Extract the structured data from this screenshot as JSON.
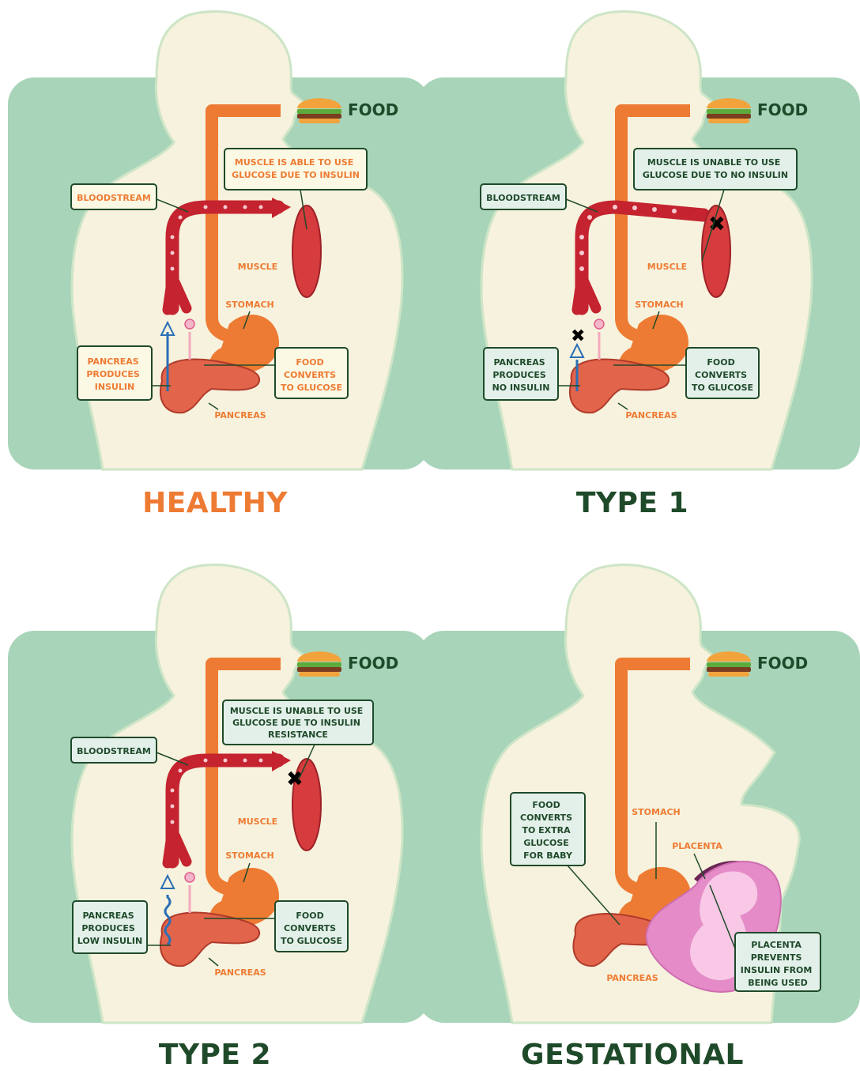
{
  "colors": {
    "background_card": "#a8d4b9",
    "body": "#f6f2dd",
    "body_outline": "#c9e2c3",
    "orange_accent": "#ee7b33",
    "dark_green": "#1f4a2a",
    "label_box_healthy": "#fbf8e4",
    "label_box_condition": "#e3f0ea",
    "blood": "#c4232f",
    "insulin_arrow": "#2b6fb6",
    "glucose_arrow": "#f4a9bd",
    "placenta": "#e58cc8"
  },
  "panels": {
    "healthy": {
      "caption": "HEALTHY",
      "food": "FOOD",
      "muscle_note": [
        "MUSCLE IS ABLE TO USE",
        "GLUCOSE DUE TO INSULIN"
      ],
      "bloodstream": "BLOODSTREAM",
      "muscle": "MUSCLE",
      "stomach": "STOMACH",
      "pancreas_note": [
        "PANCREAS",
        "PRODUCES",
        "INSULIN"
      ],
      "food_note": [
        "FOOD",
        "CONVERTS",
        "TO GLUCOSE"
      ],
      "pancreas": "PANCREAS"
    },
    "type1": {
      "caption": "TYPE 1",
      "food": "FOOD",
      "muscle_note": [
        "MUSCLE IS UNABLE TO USE",
        "GLUCOSE DUE TO NO INSULIN"
      ],
      "bloodstream": "BLOODSTREAM",
      "muscle": "MUSCLE",
      "stomach": "STOMACH",
      "pancreas_note": [
        "PANCREAS",
        "PRODUCES",
        "NO INSULIN"
      ],
      "food_note": [
        "FOOD",
        "CONVERTS",
        "TO GLUCOSE"
      ],
      "pancreas": "PANCREAS"
    },
    "type2": {
      "caption": "TYPE 2",
      "food": "FOOD",
      "muscle_note": [
        "MUSCLE IS UNABLE TO USE",
        "GLUCOSE DUE TO INSULIN",
        "RESISTANCE"
      ],
      "bloodstream": "BLOODSTREAM",
      "muscle": "MUSCLE",
      "stomach": "STOMACH",
      "pancreas_note": [
        "PANCREAS",
        "PRODUCES",
        "LOW INSULIN"
      ],
      "food_note": [
        "FOOD",
        "CONVERTS",
        "TO GLUCOSE"
      ],
      "pancreas": "PANCREAS"
    },
    "gestational": {
      "caption": "GESTATIONAL",
      "food": "FOOD",
      "stomach": "STOMACH",
      "placenta": "PLACENTA",
      "food_note": [
        "FOOD",
        "CONVERTS",
        "TO EXTRA",
        "GLUCOSE",
        "FOR BABY"
      ],
      "placenta_note": [
        "PLACENTA",
        "PREVENTS",
        "INSULIN FROM",
        "BEING USED"
      ],
      "pancreas": "PANCREAS"
    }
  }
}
